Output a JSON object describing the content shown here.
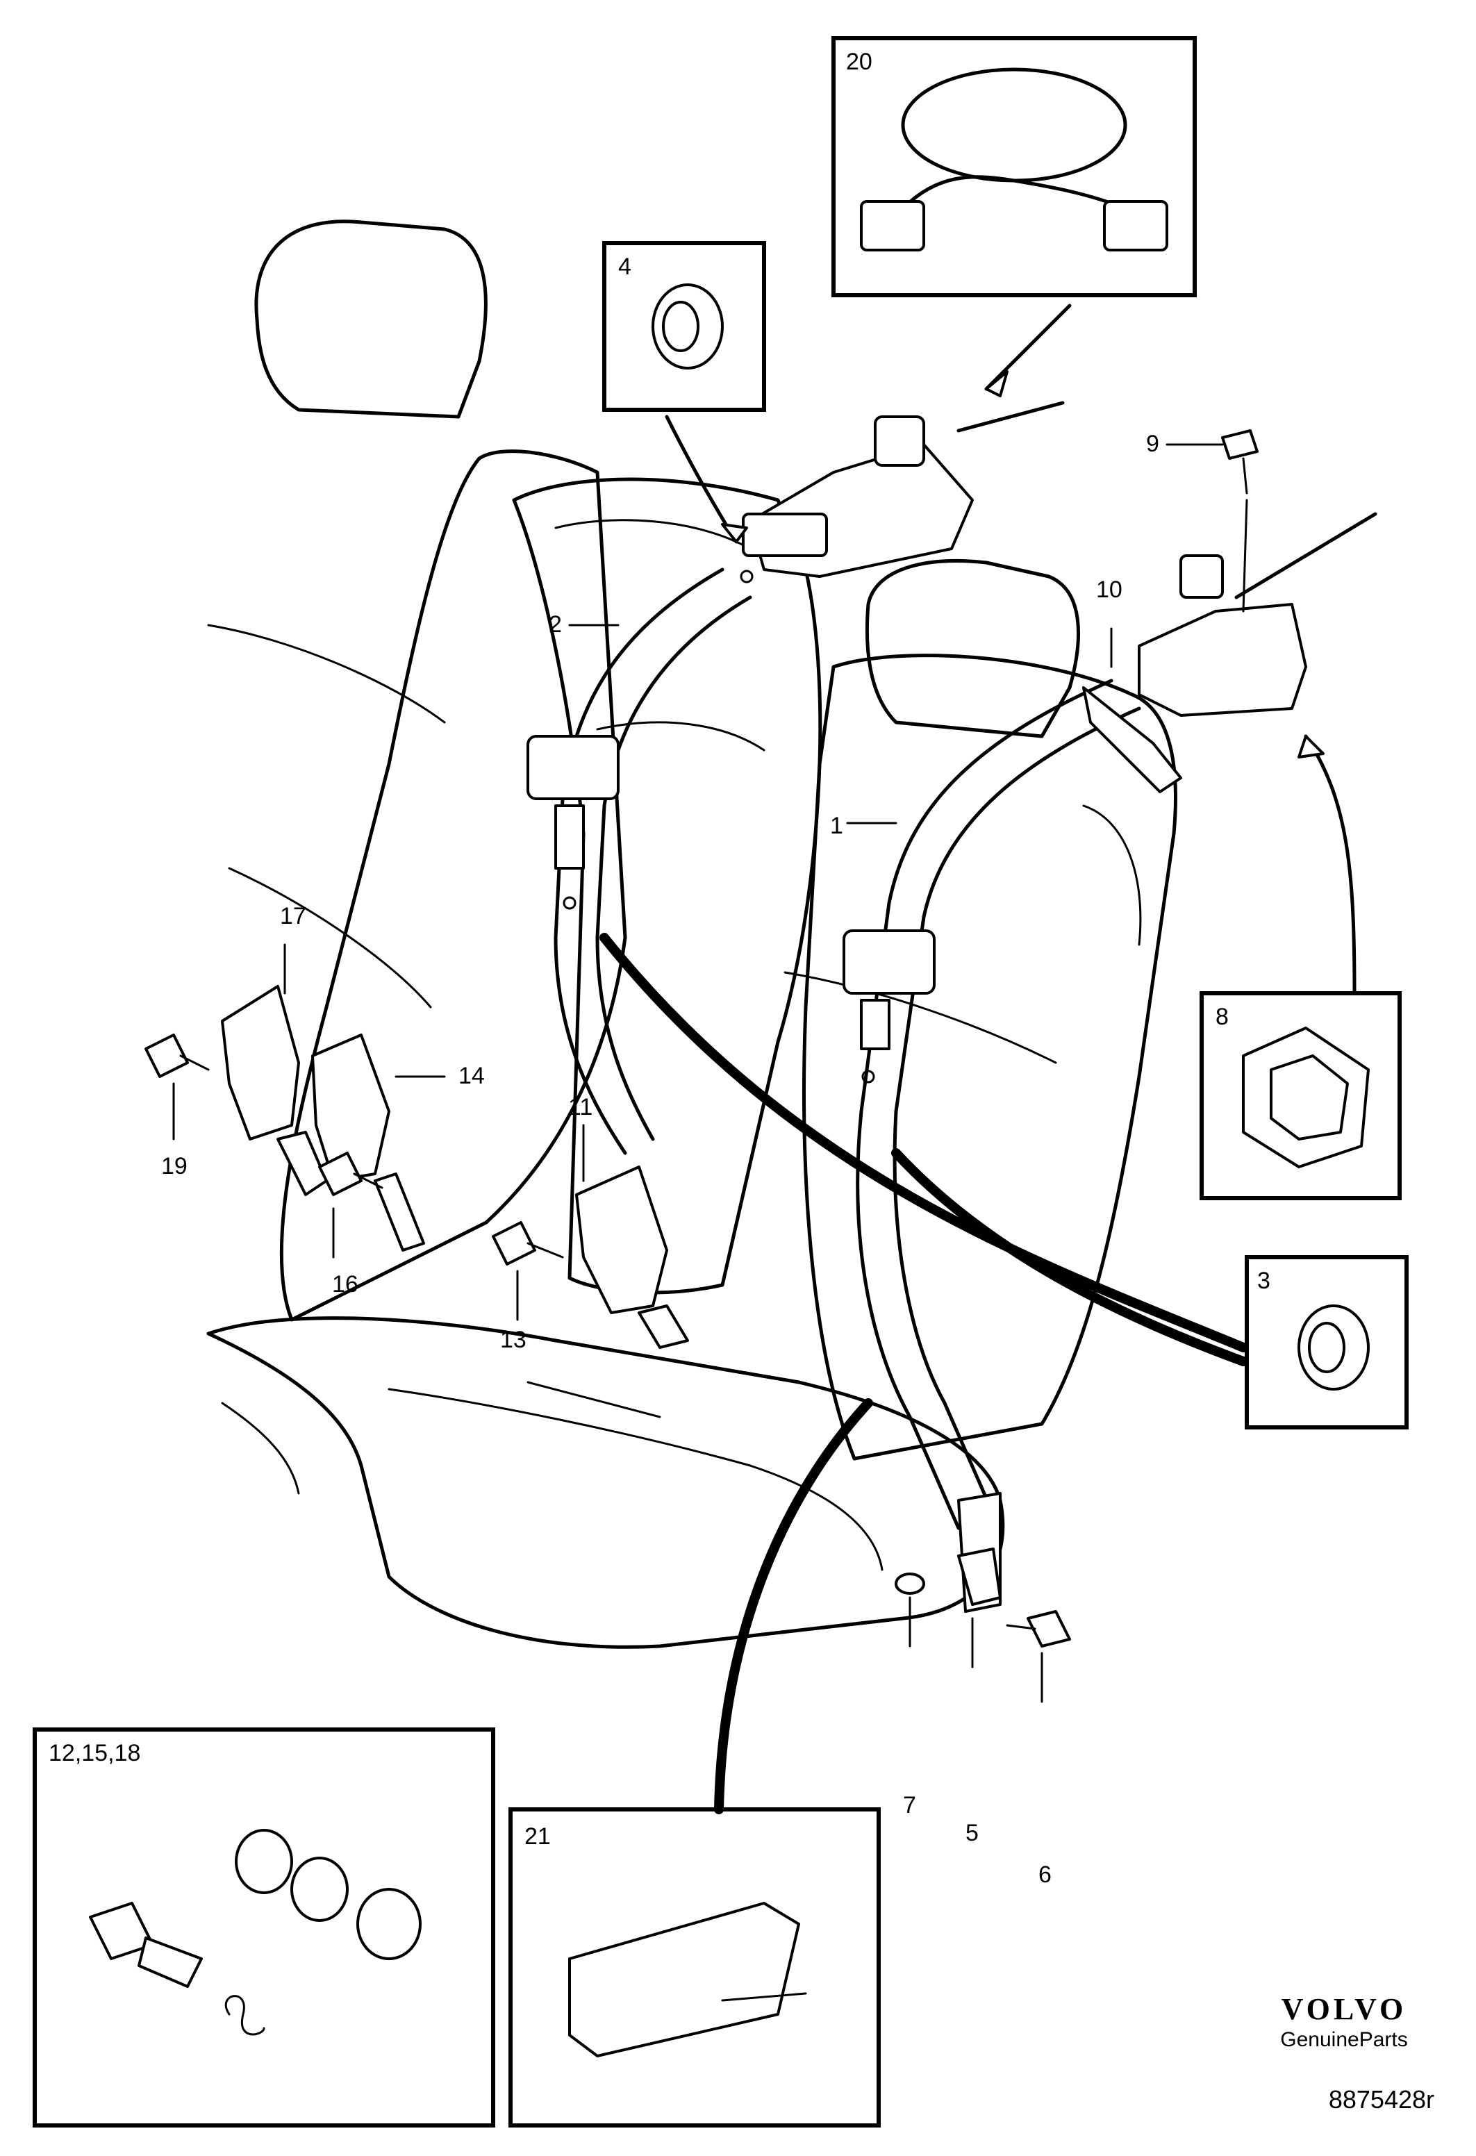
{
  "callouts": {
    "n1": "1",
    "n2": "2",
    "n3": "3",
    "n4": "4",
    "n5": "5",
    "n6": "6",
    "n7": "7",
    "n8": "8",
    "n9": "9",
    "n10": "10",
    "n11": "11",
    "n13": "13",
    "n14": "14",
    "n16": "16",
    "n17": "17",
    "n19": "19",
    "n20": "20",
    "n21": "21",
    "n12_15_18": "12,15,18"
  },
  "brand": {
    "logo": "VOLVO",
    "sub": "GenuineParts"
  },
  "doc_number": "8875428r"
}
